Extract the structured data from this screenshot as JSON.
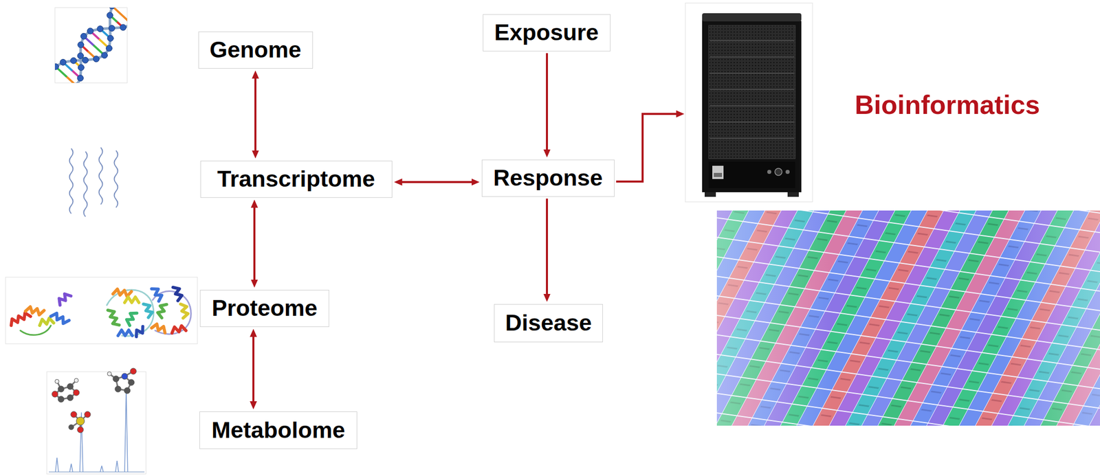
{
  "diagram": {
    "nodes": [
      {
        "text": [
          "Genome"
        ]
      },
      {
        "text": [
          "Transcriptome"
        ]
      },
      {
        "text": [
          "Proteome"
        ]
      },
      {
        "text": [
          "Metabolome"
        ]
      },
      {
        "text": [
          "Exposure"
        ]
      },
      {
        "text": [
          "Response"
        ]
      },
      {
        "text": [
          "Disease"
        ]
      }
    ],
    "edges": [
      {
        "from": 0,
        "to": 1,
        "arrow": "both"
      },
      {
        "from": 1,
        "to": 2,
        "arrow": "both"
      },
      {
        "from": 2,
        "to": 3,
        "arrow": "both"
      },
      {
        "from": 1,
        "to": 5,
        "arrow": "both"
      },
      {
        "from": 4,
        "to": 5,
        "arrow": "to"
      },
      {
        "from": 5,
        "to": 6,
        "arrow": "to"
      }
    ],
    "labels": [
      "Bioinformatics"
    ]
  }
}
